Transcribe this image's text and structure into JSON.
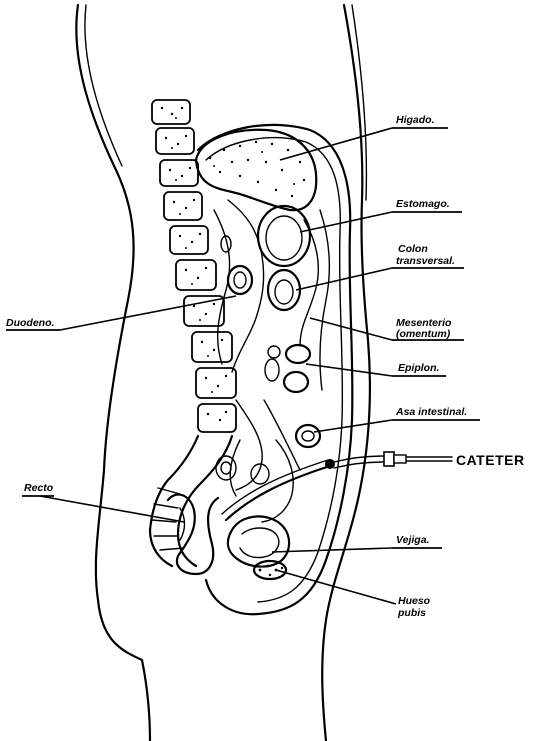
{
  "labels": {
    "higado": "Higado.",
    "estomago": "Estomago.",
    "colon_line1": "Colon",
    "colon_line2": "transversal.",
    "mesenterio_line1": "Mesenterio",
    "mesenterio_line2": "(omentum)",
    "duodeno": "Duodeno.",
    "epiplon": "Epiplon.",
    "asa_intestinal": "Asa intestinal.",
    "cateter": "CATETER",
    "recto": "Recto",
    "vejiga": "Vejiga.",
    "hueso_line1": "Hueso",
    "hueso_line2": "pubis"
  }
}
